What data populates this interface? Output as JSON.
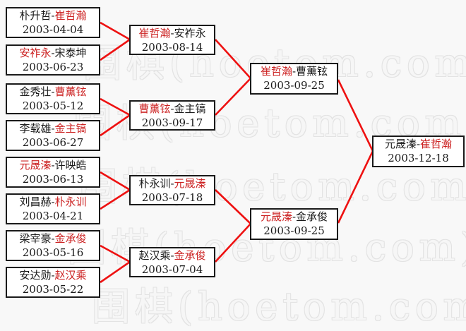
{
  "page": {
    "background": "#f8f8f8"
  },
  "watermark": {
    "text": "围棋(hoetom.com)",
    "outline_color": "#e3e3e3"
  },
  "colors": {
    "winner_red": "#cc2222",
    "line_red": "#ee1111",
    "box_border": "#1a1a1a",
    "box_background": "#ffffff"
  },
  "separator": "-",
  "matches": {
    "m1": {
      "left": "朴升哲",
      "right": "崔哲瀚",
      "winner": "right",
      "date": "2003-04-04"
    },
    "m2": {
      "left": "安祚永",
      "right": "宋泰坤",
      "winner": "left",
      "date": "2003-06-23"
    },
    "m3": {
      "left": "金秀壮",
      "right": "曹薰铉",
      "winner": "right",
      "date": "2003-05-12"
    },
    "m4": {
      "left": "李载雄",
      "right": "金主镐",
      "winner": "right",
      "date": "2003-06-27"
    },
    "m5": {
      "left": "元晟溱",
      "right": "许映皓",
      "winner": "left",
      "date": "2003-06-13"
    },
    "m6": {
      "left": "刘昌赫",
      "right": "朴永训",
      "winner": "right",
      "date": "2003-04-21"
    },
    "m7": {
      "left": "梁宰豪",
      "right": "金承俊",
      "winner": "right",
      "date": "2003-05-16"
    },
    "m8": {
      "left": "安达勋",
      "right": "赵汉乘",
      "winner": "right",
      "date": "2003-05-22"
    },
    "q1": {
      "left": "崔哲瀚",
      "right": "安祚永",
      "winner": "left",
      "date": "2003-08-14"
    },
    "q2": {
      "left": "曹薰铉",
      "right": "金主镐",
      "winner": "left",
      "date": "2003-09-17"
    },
    "q3": {
      "left": "朴永训",
      "right": "元晟溱",
      "winner": "right",
      "date": "2003-07-18"
    },
    "q4": {
      "left": "赵汉乘",
      "right": "金承俊",
      "winner": "right",
      "date": "2003-07-04"
    },
    "s1": {
      "left": "崔哲瀚",
      "right": "曹薰铉",
      "winner": "left",
      "date": "2003-09-25"
    },
    "s2": {
      "left": "元晟溱",
      "right": "金承俊",
      "winner": "left",
      "date": "2003-09-25"
    },
    "f1": {
      "left": "元晟溱",
      "right": "崔哲瀚",
      "winner": "right",
      "date": "2003-12-18"
    }
  }
}
